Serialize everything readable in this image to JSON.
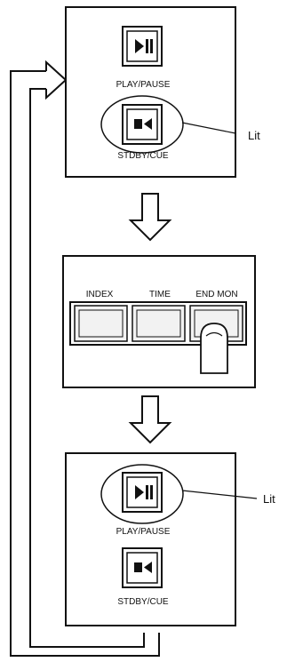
{
  "panel1": {
    "play_pause_label": "PLAY/PAUSE",
    "stdby_cue_label": "STDBY/CUE",
    "callout": "Lit",
    "play_pause_icon": "play-pause-icon",
    "stdby_cue_icon": "stop-cue-icon"
  },
  "panel2": {
    "labels": [
      "INDEX",
      "TIME",
      "END MON"
    ],
    "finger_icon": "finger-icon"
  },
  "panel3": {
    "play_pause_label": "PLAY/PAUSE",
    "stdby_cue_label": "STDBY/CUE",
    "callout": "Lit",
    "play_pause_icon": "play-pause-icon",
    "stdby_cue_icon": "stop-cue-icon"
  },
  "colors": {
    "ink": "#111111",
    "panel_fill": "#ffffff",
    "slot_fill": "#f2f2f2"
  }
}
